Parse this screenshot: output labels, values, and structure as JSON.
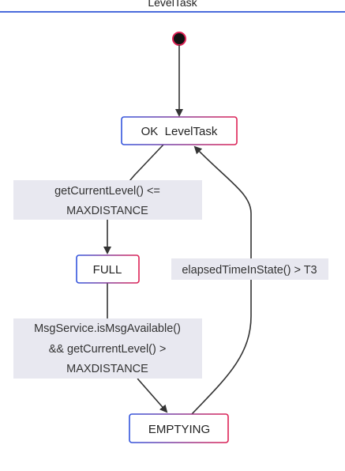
{
  "diagram": {
    "title": "LevelTask",
    "states": {
      "ok": "OK  LevelTask",
      "full": "FULL",
      "emptying": "EMPTYING"
    },
    "transitions": {
      "ok_to_full": [
        "getCurrentLevel() <=",
        "MAXDISTANCE"
      ],
      "full_to_emptying": [
        "MsgService.isMsgAvailable()",
        "&& getCurrentLevel() >",
        "MAXDISTANCE"
      ],
      "emptying_to_ok": [
        "elapsedTimeInState() > T3"
      ]
    }
  },
  "colors": {
    "frame_line": "#4a6bdc",
    "state_border_start": "#3355dd",
    "state_border_end": "#dd2255",
    "label_background": "#e8e8f0",
    "arrow": "#333333"
  }
}
